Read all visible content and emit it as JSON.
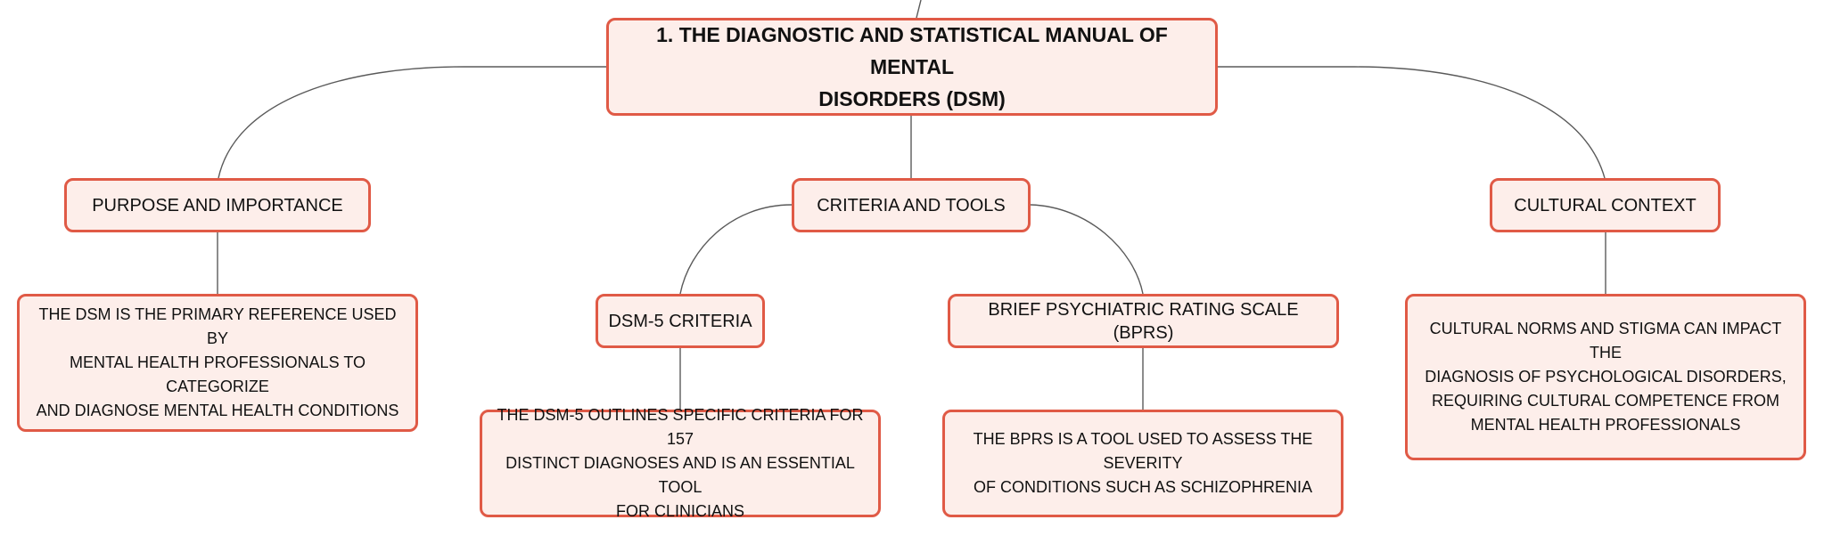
{
  "root": {
    "title_line1": "1. THE DIAGNOSTIC AND STATISTICAL MANUAL OF MENTAL",
    "title_line2": "DISORDERS (DSM)"
  },
  "branches": {
    "purpose": {
      "label": "PURPOSE AND IMPORTANCE",
      "detail": [
        "THE DSM IS THE PRIMARY REFERENCE USED BY",
        "MENTAL HEALTH PROFESSIONALS TO CATEGORIZE",
        "AND DIAGNOSE MENTAL HEALTH CONDITIONS"
      ]
    },
    "criteria": {
      "label": "CRITERIA AND TOOLS",
      "dsm5": {
        "label": "DSM-5 CRITERIA",
        "detail": [
          "THE DSM-5 OUTLINES SPECIFIC CRITERIA FOR 157",
          "DISTINCT DIAGNOSES AND IS AN ESSENTIAL TOOL",
          "FOR CLINICIANS"
        ]
      },
      "bprs": {
        "label": "BRIEF PSYCHIATRIC RATING SCALE (BPRS)",
        "detail": [
          "THE BPRS IS A TOOL USED TO ASSESS THE SEVERITY",
          "OF CONDITIONS SUCH AS SCHIZOPHRENIA"
        ]
      }
    },
    "culture": {
      "label": "CULTURAL CONTEXT",
      "detail": [
        "CULTURAL NORMS AND STIGMA CAN IMPACT THE",
        "DIAGNOSIS OF PSYCHOLOGICAL DISORDERS,",
        "REQUIRING CULTURAL COMPETENCE FROM",
        "MENTAL HEALTH PROFESSIONALS"
      ]
    }
  },
  "colors": {
    "node_fill": "#fdeeea",
    "node_border": "#e05a46",
    "connector": "#5a5a5a"
  }
}
